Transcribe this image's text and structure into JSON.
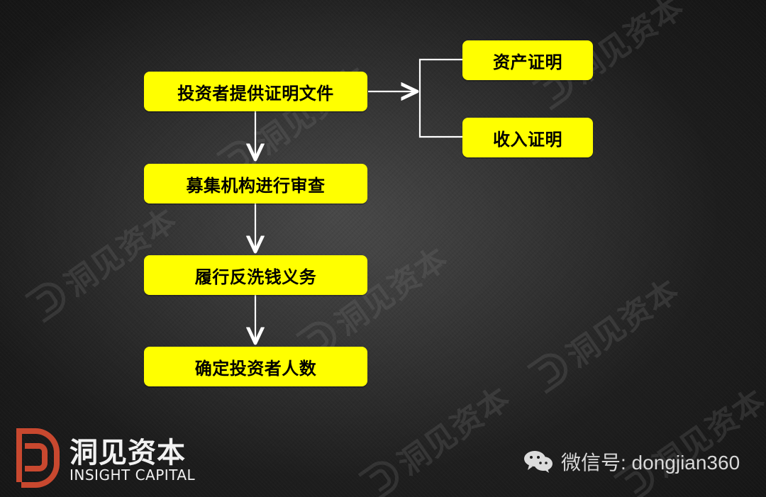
{
  "diagram": {
    "nodes": {
      "provide_docs": "投资者提供证明文件",
      "asset_proof": "资产证明",
      "income_proof": "收入证明",
      "agency_review": "募集机构进行审查",
      "aml_duty": "履行反洗钱义务",
      "confirm_count": "确定投资者人数"
    }
  },
  "branding": {
    "watermark_text": "洞见资本",
    "logo_cn": "洞见资本",
    "logo_en": "INSIGHT CAPITAL",
    "wechat_label": "微信号: dongjian360",
    "logo_icon": "dongjian-logo-icon",
    "wechat_icon": "wechat-icon"
  },
  "colors": {
    "box_fill": "#ffff00",
    "box_text": "#000000",
    "line": "#ffffff",
    "brand_red": "#c8482f",
    "background": "#1a1a1a"
  }
}
